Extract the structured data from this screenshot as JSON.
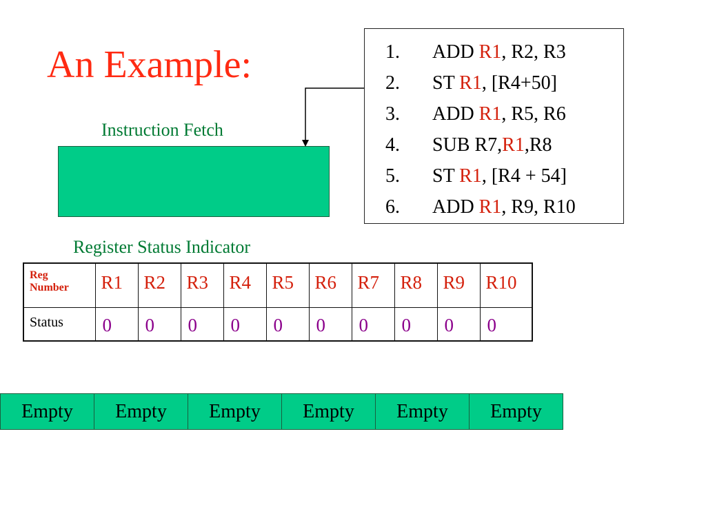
{
  "title": "An Example:",
  "instruction_fetch": {
    "label": "Instruction Fetch"
  },
  "program": {
    "lines": [
      {
        "num": "1.",
        "op": "ADD ",
        "dest": "R1",
        "rest": ", R2, R3"
      },
      {
        "num": "2.",
        "op": "ST ",
        "dest": "R1",
        "rest": ", [R4+50]"
      },
      {
        "num": "3.",
        "op": "ADD ",
        "dest": "R1",
        "rest": ", R5, R6"
      },
      {
        "num": "4.",
        "op": "SUB R7,",
        "dest": "R1",
        "rest": ",R8"
      },
      {
        "num": "5.",
        "op": "ST ",
        "dest": "R1",
        "rest": ", [R4 + 54]"
      },
      {
        "num": "6.",
        "op": "ADD ",
        "dest": "R1",
        "rest": ", R9, R10"
      }
    ]
  },
  "register_status": {
    "label": "Register Status Indicator",
    "header_label": [
      "Reg",
      "Number"
    ],
    "status_label": "Status",
    "registers": [
      "R1",
      "R2",
      "R3",
      "R4",
      "R5",
      "R6",
      "R7",
      "R8",
      "R9",
      "R10"
    ],
    "statuses": [
      "0",
      "0",
      "0",
      "0",
      "0",
      "0",
      "0",
      "0",
      "0",
      "0"
    ]
  },
  "slots": [
    "Empty",
    "Empty",
    "Empty",
    "Empty",
    "Empty",
    "Empty"
  ],
  "colors": {
    "title": "#ff2a12",
    "green_box": "#00cc88",
    "label_green": "#007a33",
    "register_red": "#d4200c",
    "status_purple": "#8b008b"
  }
}
